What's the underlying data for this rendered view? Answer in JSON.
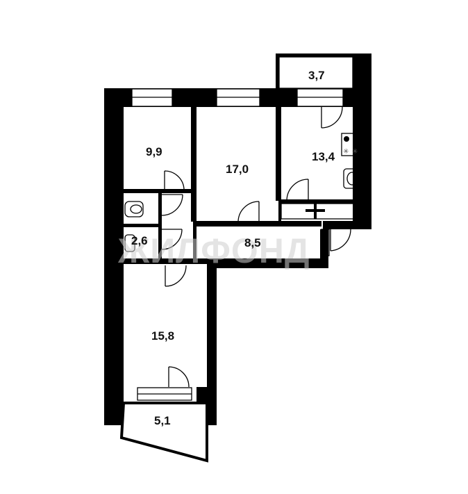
{
  "watermark": "ЖИЛФОНД",
  "rooms": {
    "balcony_top": "3,7",
    "bedroom": "9,9",
    "living_room": "17,0",
    "kitchen": "13,4",
    "bathroom": "2,6",
    "hallway": "8,5",
    "room_south": "15,8",
    "balcony_bottom": "5,1"
  }
}
